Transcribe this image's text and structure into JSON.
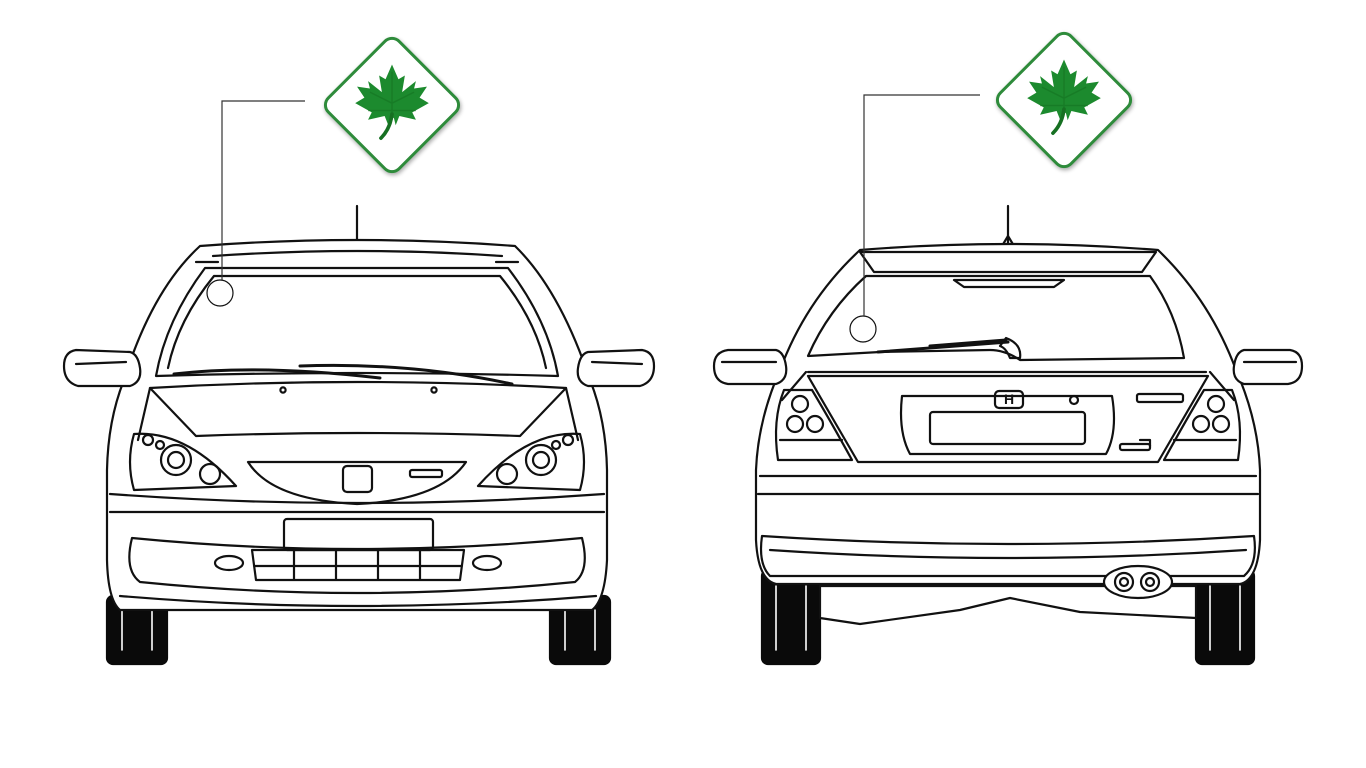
{
  "views": [
    {
      "id": "front",
      "name": "front-view"
    },
    {
      "id": "rear",
      "name": "rear-view"
    }
  ],
  "sticker": {
    "icon": "maple-leaf-icon",
    "shape": "rounded-diamond",
    "border_color": "#2e8b3a",
    "leaf_color": "#1f8a2e",
    "leaf_dark_color": "#137022",
    "background_color": "#ffffff"
  },
  "drawing": {
    "line_color": "#111111",
    "tire_color": "#0a0a0a",
    "background_color": "#ffffff"
  },
  "badges": {
    "rear_emblem": "H"
  }
}
